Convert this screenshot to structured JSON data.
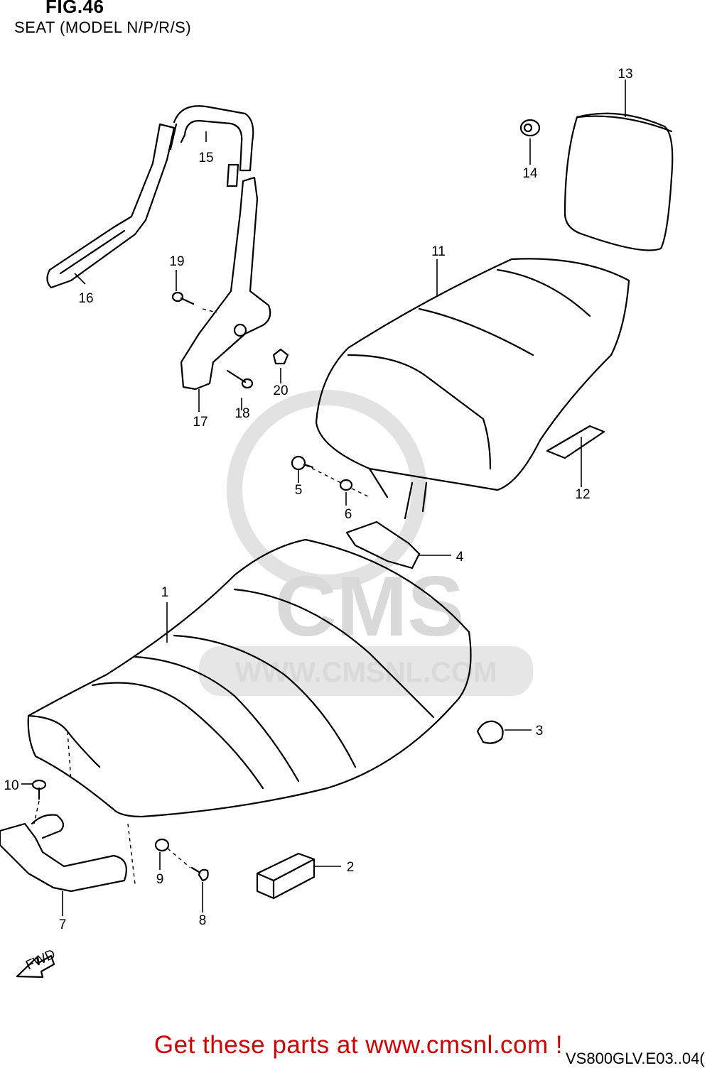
{
  "header": {
    "figure": "FIG.46",
    "subtitle": "SEAT (MODEL N/P/R/S)"
  },
  "watermark": {
    "logo_text": "CMS",
    "url_text": "WWW.CMSNL.COM"
  },
  "callouts": [
    "1",
    "2",
    "3",
    "4",
    "5",
    "6",
    "7",
    "8",
    "9",
    "10",
    "11",
    "12",
    "13",
    "14",
    "15",
    "16",
    "17",
    "18",
    "19",
    "20"
  ],
  "fwd_label": "FWD",
  "footer": {
    "promo": "Get these parts at www.cmsnl.com !",
    "drawing_code": "VS800GLV.E03..04("
  }
}
